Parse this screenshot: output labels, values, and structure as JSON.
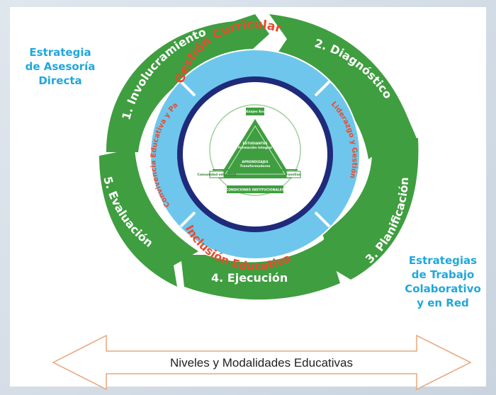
{
  "left_strategy": [
    "Estrategia",
    "de Asesoría",
    "Directa"
  ],
  "right_strategy": [
    "Estrategias",
    "de Trabajo",
    "Colaborativo",
    "y en Red"
  ],
  "stages": [
    "1. Involucramiento",
    "2. Diagnóstico",
    "3. Planificación",
    "4. Ejecución",
    "5. Evaluación"
  ],
  "inner_ring": {
    "top": "Gestión Curricular",
    "right": "Liderazgo y Gestión",
    "bottom": "Inclusión Educativa",
    "left": "Convivencia Educativa y Participación Ciudadana"
  },
  "center": {
    "apex": "Aprendizajes Escolares",
    "students": "ESTUDIANTES",
    "students_sub": "Formación integral",
    "middle": "APRENDIZAJES",
    "middle_sub": "Transformadores",
    "base": "CONDICIONES INSTITUCIONALES",
    "left_corner": "Comunidad educativa",
    "right_corner": "Familias"
  },
  "bottom_arrow": "Niveles y Modalidades Educativas",
  "colors": {
    "green": "#3f9e3f",
    "green_dark": "#2f7f2f",
    "blue_light": "#6ec6ec",
    "blue_dark": "#1f2a7a",
    "accent_red": "#e94b2e",
    "side_text": "#20a7dc",
    "arrow_stroke": "#e8a57a"
  }
}
